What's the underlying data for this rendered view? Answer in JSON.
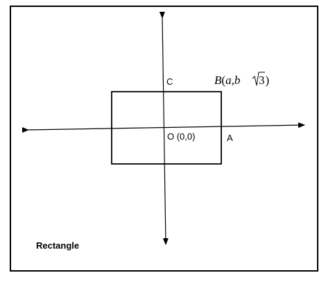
{
  "diagram": {
    "labels": {
      "c": "C",
      "origin": "O (0,0)",
      "a": "A",
      "b_prefix": "B",
      "b_open": "(",
      "b_a": "a",
      "b_comma": ",",
      "b_b": "b",
      "b_radicand": "3",
      "b_close": ")"
    },
    "caption": "Rectangle"
  },
  "colors": {
    "stroke": "#000000",
    "background": "#ffffff"
  }
}
